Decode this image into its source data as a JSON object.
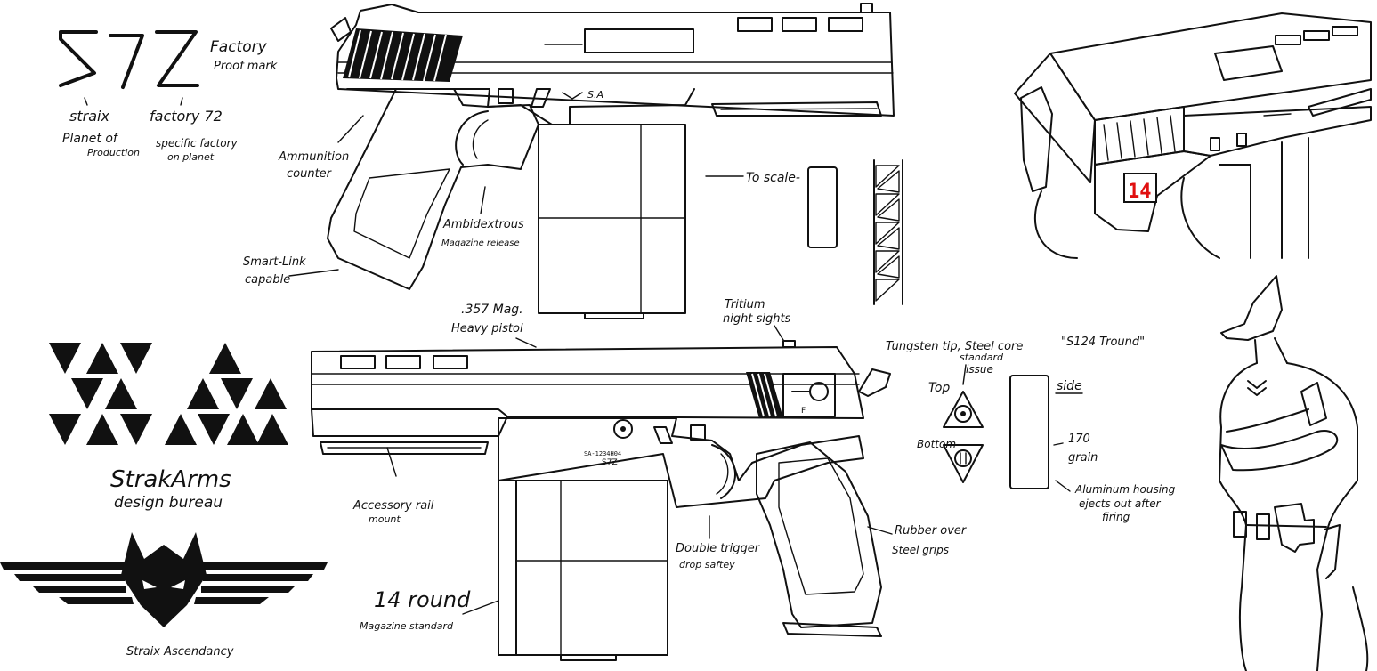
{
  "proof_mark": {
    "logo": "S7Z",
    "title_line1": "Factory",
    "title_line2": "Proof mark",
    "straix": "straix",
    "factory": "factory 72",
    "planet_line1": "Planet of",
    "planet_line2": "Production",
    "specific_line1": "specific factory",
    "specific_line2": "on planet"
  },
  "bureau": {
    "name": "StrakArms",
    "subtitle": "design bureau",
    "emblem_label": "Straix Ascendancy"
  },
  "callouts": {
    "ammo_line1": "Ammunition",
    "ammo_line2": "counter",
    "ambi_line1": "Ambidextrous",
    "ambi_line2": "Magazine release",
    "smartlink_line1": "Smart-Link",
    "smartlink_line2": "capable",
    "to_scale": "To scale-",
    "mag_line1": ".357 Mag.",
    "mag_line2": "Heavy pistol",
    "tritium_line1": "Tritium",
    "tritium_line2": "night sights",
    "rail_line1": "Accessory rail",
    "rail_line2": "mount",
    "round_line1": "14 round",
    "round_line2": "Magazine standard",
    "trigger_line1": "Double trigger",
    "trigger_line2": "drop saftey",
    "rubber_line1": "Rubber over",
    "rubber_line2": "Steel grips",
    "serial": "SA-1234H04",
    "slide_mark": "S7Z",
    "frame_mark": "S.A",
    "safety_mark": "F",
    "counter_value": "14"
  },
  "round": {
    "tip_line1": "Tungsten tip, Steel core",
    "tip_line2": "standard",
    "tip_line3": "issue",
    "name": "\"S124 Tround\"",
    "top_label": "Top",
    "bottom_label": "Bottom",
    "side_label": "side",
    "grain_line1": "170",
    "grain_line2": "grain",
    "housing_line1": "Aluminum housing",
    "housing_line2": "ejects out after",
    "housing_line3": "firing"
  },
  "colors": {
    "ink": "#111111",
    "paper": "#ffffff",
    "counter_red": "#e01010"
  }
}
